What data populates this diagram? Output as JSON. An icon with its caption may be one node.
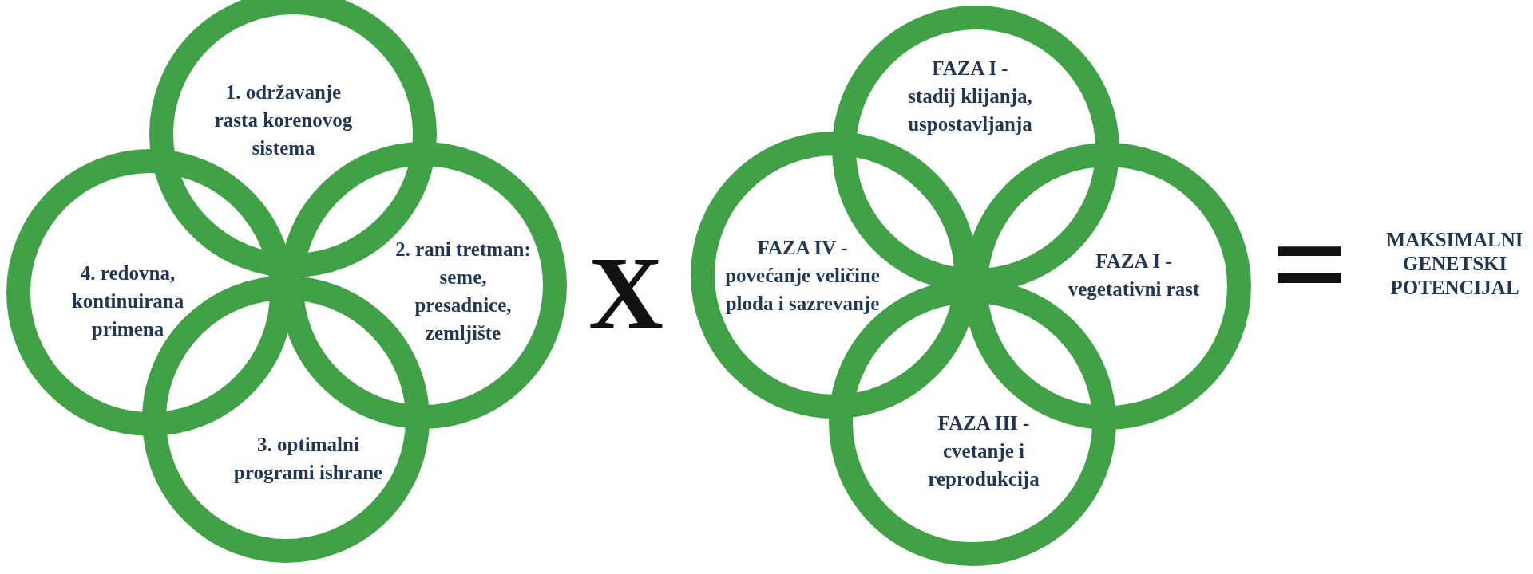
{
  "diagram": {
    "nodes": [
      {
        "text": [
          "1. održavanje rasta korenovog sistema"
        ]
      },
      {
        "text": [
          "2. rani tretman: seme, presadnice, zemljište"
        ]
      },
      {
        "text": [
          "3. optimalni programi ishrane"
        ]
      },
      {
        "text": [
          "4. redovna, kontinuirana primena"
        ]
      },
      {
        "text": [
          "FAZA I -",
          "stadij klijanja, uspostavljanja"
        ]
      },
      {
        "text": [
          "FAZA I -",
          "vegetativni rast"
        ]
      },
      {
        "text": [
          "FAZA III -",
          "cvetanje i reprodukcija"
        ]
      },
      {
        "text": [
          "FAZA IV -",
          "povećanje veličine ploda i sazrevanje"
        ]
      }
    ],
    "labels": [
      "X",
      "=",
      "MAKSIMALNI GENETSKI POTENCIJAL"
    ]
  }
}
